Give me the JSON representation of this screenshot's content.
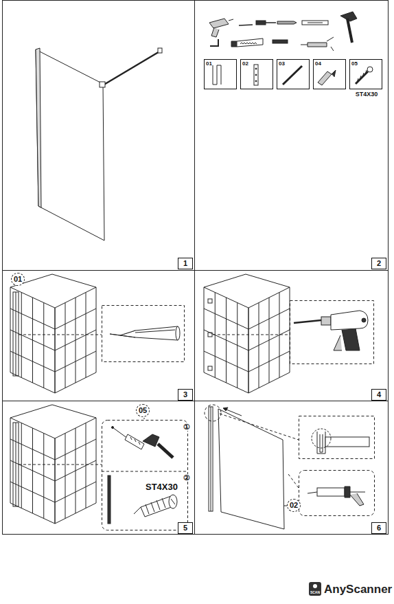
{
  "diagram": {
    "nodes": [
      {
        "text": [
          "01"
        ]
      },
      {
        "text": [
          "02"
        ]
      },
      {
        "text": [
          "03"
        ]
      },
      {
        "text": [
          "04"
        ]
      },
      {
        "text": [
          "05",
          "ST4X30"
        ]
      }
    ],
    "labels": [
      "1",
      "2",
      "3",
      "4",
      "5",
      "6",
      "01",
      "05",
      "①",
      "②",
      "ST4X30",
      "02",
      "SCAN",
      "AnyScanner"
    ]
  }
}
